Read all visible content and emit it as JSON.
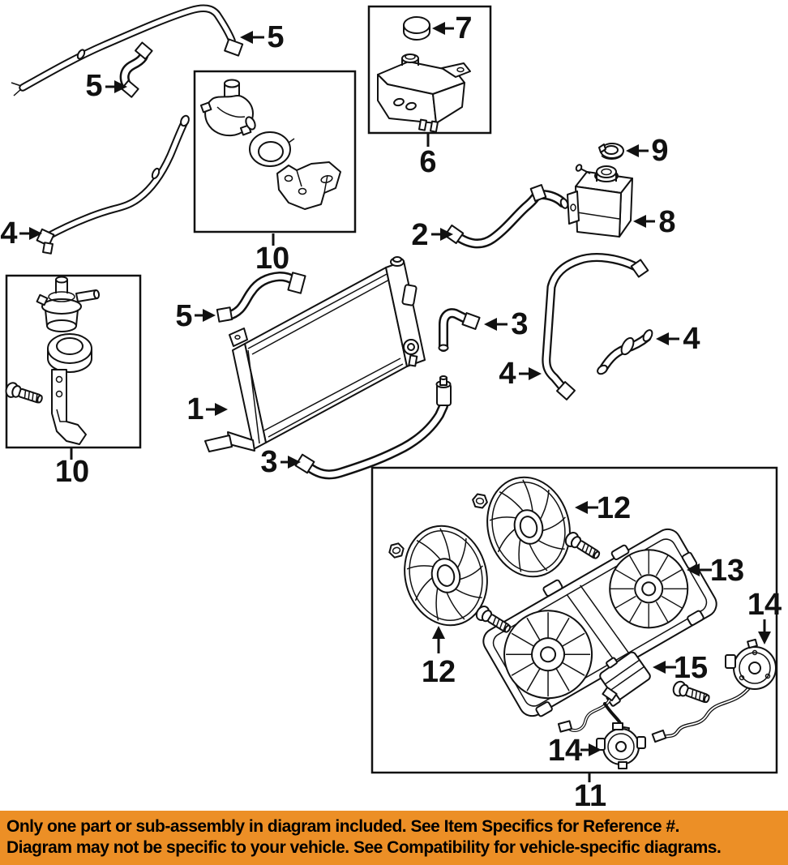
{
  "page": {
    "background": "#ffffff",
    "ink_color": "#111111"
  },
  "diagram": {
    "callouts": [
      {
        "number": "5"
      },
      {
        "number": "5"
      },
      {
        "number": "4"
      },
      {
        "number": "10"
      },
      {
        "number": "7"
      },
      {
        "number": "6"
      },
      {
        "number": "9"
      },
      {
        "number": "8"
      },
      {
        "number": "2"
      },
      {
        "number": "5"
      },
      {
        "number": "1"
      },
      {
        "number": "3"
      },
      {
        "number": "4"
      },
      {
        "number": "4"
      },
      {
        "number": "3"
      },
      {
        "number": "10"
      },
      {
        "number": "12"
      },
      {
        "number": "12"
      },
      {
        "number": "13"
      },
      {
        "number": "14"
      },
      {
        "number": "15"
      },
      {
        "number": "14"
      },
      {
        "number": "11"
      }
    ]
  },
  "banner": {
    "background_color": "#EC8F26",
    "text_color": "#000000",
    "line1": "Only one part or sub-assembly in diagram included. See Item Specifics for Reference #.",
    "line2": "Diagram may not be specific to your vehicle. See Compatibility for vehicle-specific diagrams."
  }
}
